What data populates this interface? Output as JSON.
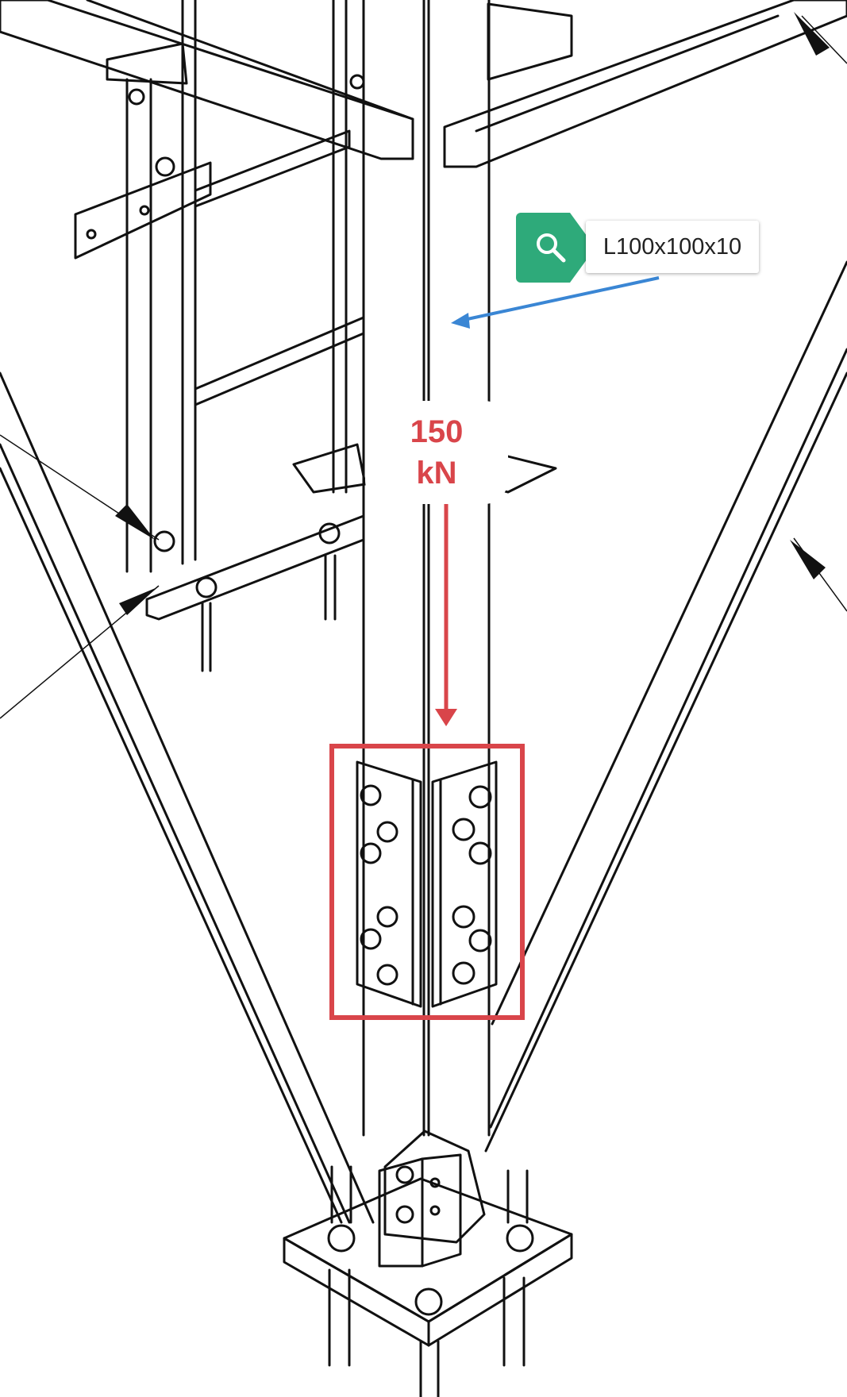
{
  "annotations": {
    "member_label": "L100x100x10",
    "load_value": "150",
    "load_unit": "kN"
  },
  "colors": {
    "tag_green": "#2eaa7a",
    "leader_blue": "#3a86d4",
    "load_red": "#d9454a",
    "line": "#111111"
  },
  "icons": {
    "search": "search-icon",
    "load_arrow": "arrow-down-icon",
    "dimension_arrow": "arrow-head-icon"
  }
}
